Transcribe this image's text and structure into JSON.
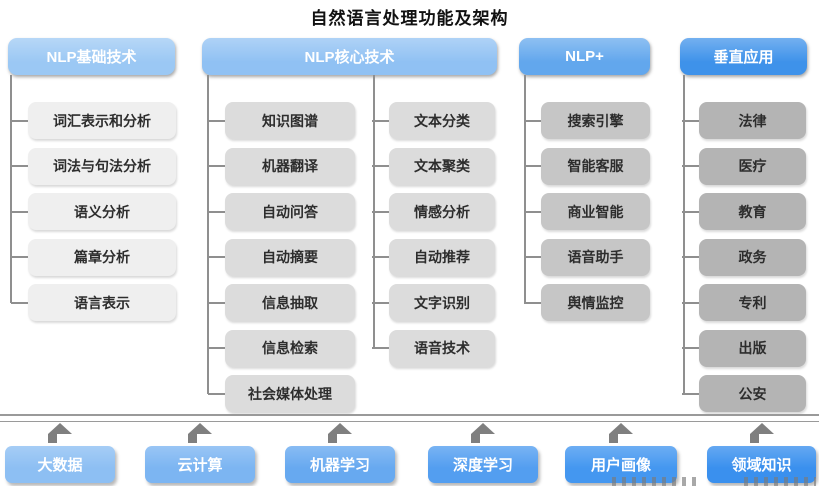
{
  "title": "自然语言处理功能及架构",
  "columns": [
    {
      "header": "NLP基础技术",
      "header_color": "#9bc8f4",
      "item_color": "#efefef",
      "items": [
        "词汇表示和分析",
        "词法与句法分析",
        "语义分析",
        "篇章分析",
        "语言表示"
      ]
    },
    {
      "header": "NLP核心技术",
      "header_color": "#90c1f3",
      "item_color": "#dcdcdc",
      "items_left": [
        "知识图谱",
        "机器翻译",
        "自动问答",
        "自动摘要",
        "信息抽取",
        "信息检索",
        "社会媒体处理"
      ],
      "items_right": [
        "文本分类",
        "文本聚类",
        "情感分析",
        "自动推荐",
        "文字识别",
        "语音技术"
      ]
    },
    {
      "header": "NLP+",
      "header_color": "#62a7ed",
      "item_color": "#c6c6c6",
      "items": [
        "搜索引擎",
        "智能客服",
        "商业智能",
        "语音助手",
        "舆情监控"
      ]
    },
    {
      "header": "垂直应用",
      "header_color": "#3e92ea",
      "item_color": "#b4b4b4",
      "items": [
        "法律",
        "医疗",
        "教育",
        "政务",
        "专利",
        "出版",
        "公安"
      ]
    }
  ],
  "foundation": [
    {
      "label": "大数据",
      "color": "#8dbff3"
    },
    {
      "label": "云计算",
      "color": "#7cb5f2"
    },
    {
      "label": "机器学习",
      "color": "#67a9f0"
    },
    {
      "label": "深度学习",
      "color": "#539ef0"
    },
    {
      "label": "用户画像",
      "color": "#4497f0"
    },
    {
      "label": "领域知识",
      "color": "#3a90ee"
    }
  ],
  "colors": {
    "connector": "#8f8f8f",
    "divider": "#9a9a9a",
    "arrow": "#7f7f7f",
    "item_text": "#2d2d2d",
    "header_text": "#ffffff"
  }
}
